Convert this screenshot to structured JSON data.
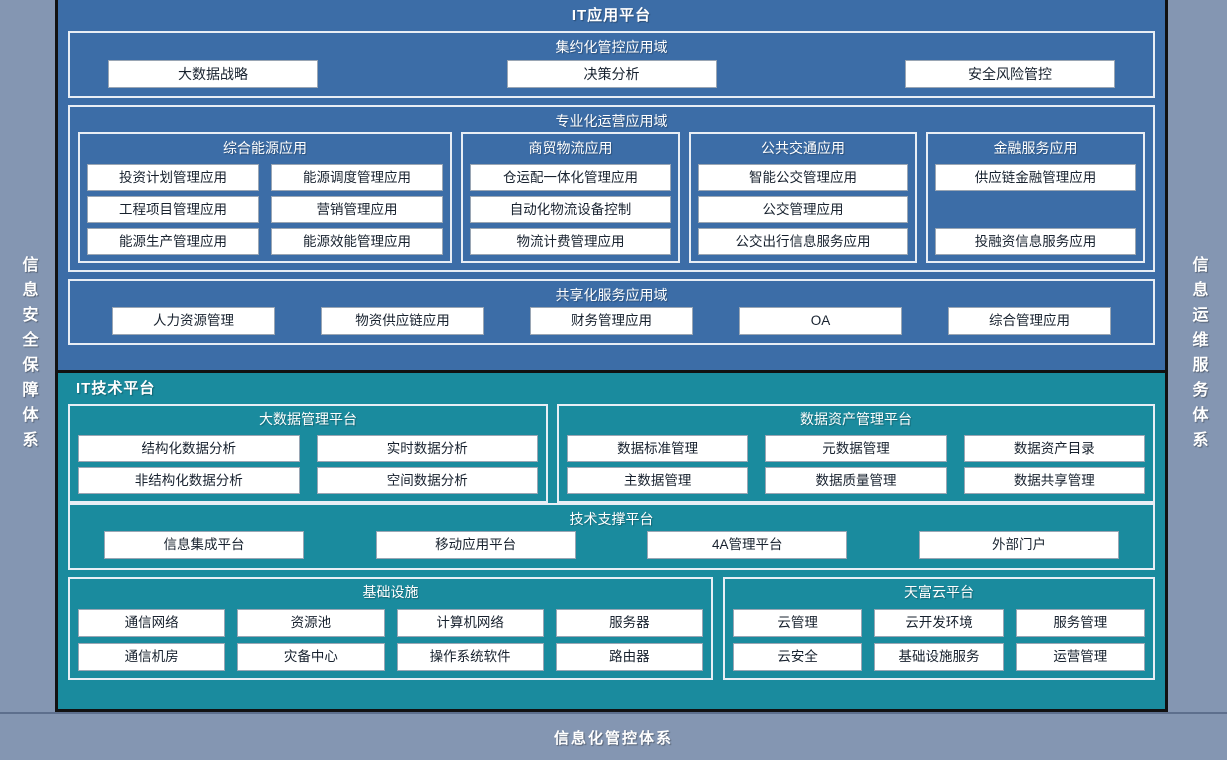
{
  "rails": {
    "left": "信息安全保障体系",
    "right": "信息运维服务体系"
  },
  "bottom_band": {
    "label": "信息化管控体系"
  },
  "application_platform": {
    "title": "IT应用平台",
    "domains": [
      {
        "name": "集约化管控应用域",
        "items": [
          "大数据战略",
          "决策分析",
          "安全风险管控"
        ]
      },
      {
        "name": "专业化运营应用域",
        "groups": [
          {
            "name": "综合能源应用",
            "rows": [
              [
                "投资计划管理应用",
                "能源调度管理应用"
              ],
              [
                "工程项目管理应用",
                "营销管理应用"
              ],
              [
                "能源生产管理应用",
                "能源效能管理应用"
              ]
            ]
          },
          {
            "name": "商贸物流应用",
            "rows": [
              [
                "仓运配一体化管理应用"
              ],
              [
                "自动化物流设备控制"
              ],
              [
                "物流计费管理应用"
              ]
            ]
          },
          {
            "name": "公共交通应用",
            "rows": [
              [
                "智能公交管理应用"
              ],
              [
                "公交管理应用"
              ],
              [
                "公交出行信息服务应用"
              ]
            ]
          },
          {
            "name": "金融服务应用",
            "rows": [
              [
                "供应链金融管理应用"
              ],
              [
                ""
              ],
              [
                "投融资信息服务应用"
              ]
            ]
          }
        ]
      },
      {
        "name": "共享化服务应用域",
        "items": [
          "人力资源管理",
          "物资供应链应用",
          "财务管理应用",
          "OA",
          "综合管理应用"
        ]
      }
    ]
  },
  "technology_platform": {
    "title": "IT技术平台",
    "groups": [
      {
        "name": "大数据管理平台",
        "rows": [
          [
            "结构化数据分析",
            "实时数据分析"
          ],
          [
            "非结构化数据分析",
            "空间数据分析"
          ]
        ]
      },
      {
        "name": "数据资产管理平台",
        "rows": [
          [
            "数据标准管理",
            "元数据管理",
            "数据资产目录"
          ],
          [
            "主数据管理",
            "数据质量管理",
            "数据共享管理"
          ]
        ]
      },
      {
        "name": "技术支撑平台",
        "items": [
          "信息集成平台",
          "移动应用平台",
          "4A管理平台",
          "外部门户"
        ]
      },
      {
        "name": "基础设施",
        "rows": [
          [
            "通信网络",
            "资源池",
            "计算机网络",
            "服务器"
          ],
          [
            "通信机房",
            "灾备中心",
            "操作系统软件",
            "路由器"
          ]
        ]
      },
      {
        "name": "天富云平台",
        "rows": [
          [
            "云管理",
            "云开发环境",
            "服务管理"
          ],
          [
            "云安全",
            "基础设施服务",
            "运营管理"
          ]
        ]
      }
    ]
  },
  "colors": {
    "application_blue": "#3c6da7",
    "technology_teal": "#1a8b9e",
    "rail_gray": "#8496b2",
    "chip_white": "#ffffff"
  }
}
